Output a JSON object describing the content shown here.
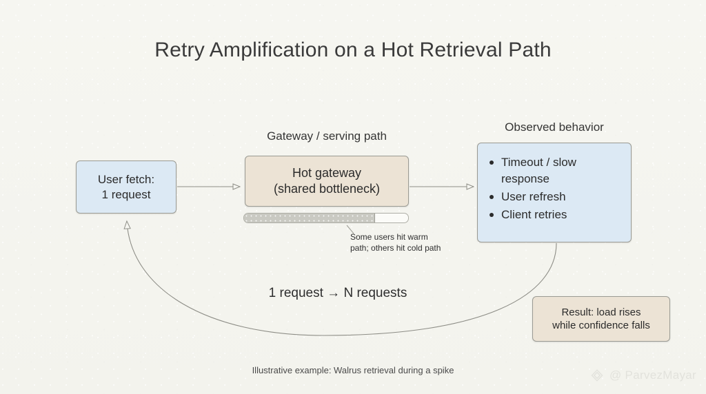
{
  "page": {
    "title": "Retry Amplification on a Hot Retrieval Path",
    "caption": "Illustrative example: Walrus retrieval during a spike",
    "background_color": "#f4f4ef"
  },
  "labels": {
    "gateway_group": "Gateway / serving path",
    "observed_group": "Observed behavior"
  },
  "nodes": {
    "user": {
      "line1": "User fetch:",
      "line2": "1 request",
      "fill_color": "#dce9f4"
    },
    "gateway": {
      "line1": "Hot gateway",
      "line2": "(shared bottleneck)",
      "fill_color": "#ece3d5"
    },
    "observed": {
      "bullets": [
        "Timeout / slow response",
        "User refresh",
        "Client retries"
      ],
      "fill_color": "#dce9f4"
    },
    "result": {
      "line1": "Result: load rises",
      "line2": "while confidence falls",
      "fill_color": "#ece3d5"
    }
  },
  "cache_bar": {
    "fill_percent": 80,
    "fill_color": "#c9c9c2",
    "track_color": "#fbfbf8"
  },
  "annotation": {
    "line1": "Some users hit warm",
    "line2": "path; others hit cold path"
  },
  "feedback": {
    "label": "1 request → N requests"
  },
  "watermark": {
    "handle": "@ ParvezMayar",
    "icon": "diamond-gem-icon",
    "color": "#e2e2dc"
  }
}
